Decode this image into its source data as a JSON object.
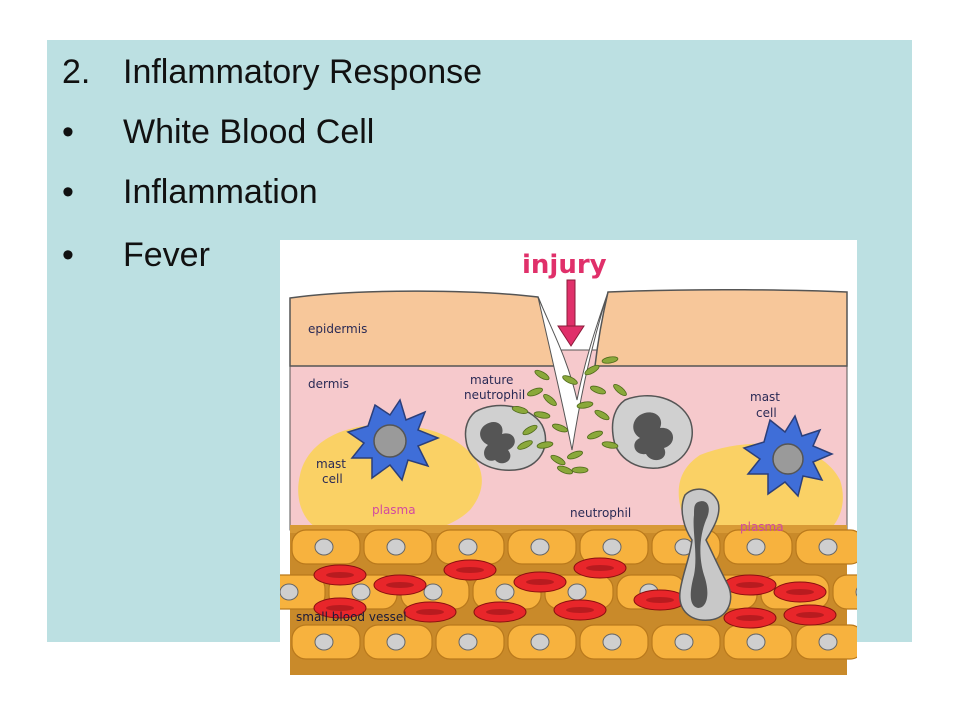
{
  "slide": {
    "lines": [
      {
        "marker": "2.",
        "text": "Inflammatory Response"
      },
      {
        "marker": "•",
        "text": "White Blood Cell"
      },
      {
        "marker": "•",
        "text": "Inflammation"
      },
      {
        "marker": "•",
        "text": "Fever"
      }
    ]
  },
  "diagram": {
    "injury": "injury",
    "epidermis": "epidermis",
    "dermis": "dermis",
    "mature_neutrophil_1": "mature",
    "mature_neutrophil_2": "neutrophil",
    "mast_left_1": "mast",
    "mast_left_2": "cell",
    "mast_right_1": "mast",
    "mast_right_2": "cell",
    "plasma_left": "plasma",
    "plasma_right": "plasma",
    "neutrophil": "neutrophil",
    "small_blood_vessel": "small blood vessel"
  },
  "colors": {
    "slide_background": "#bce0e2",
    "epidermis": "#f7c79a",
    "dermis": "#f6c9cc",
    "vessel_cell": "#f7b23e",
    "red_blood_cell": "#e8262a",
    "bacteria": "#8aa83a",
    "injury_text": "#e0306a",
    "mast_cell": "#3f6ed8",
    "neutrophil": "#c0c0c0"
  }
}
